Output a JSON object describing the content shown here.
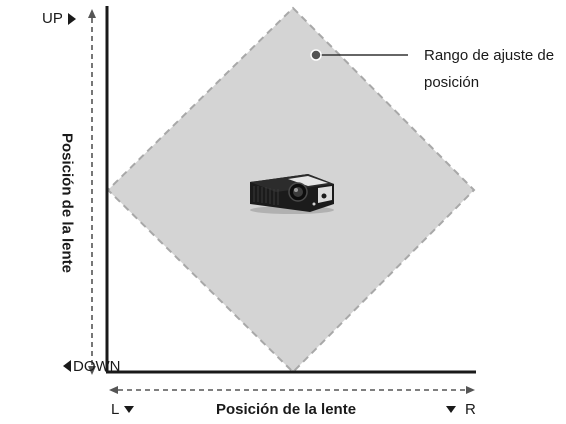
{
  "diagram": {
    "callout": {
      "line1": "Rango de ajuste de",
      "line2": "posición"
    },
    "vertical_axis": {
      "title": "Posición de la lente",
      "up_label": "UP",
      "down_label": "DOWN"
    },
    "horizontal_axis": {
      "title": "Posición de la lente",
      "left_label": "L",
      "right_label": "R"
    },
    "colors": {
      "range_fill": "#d4d4d4",
      "range_border": "#a8a8a8",
      "axis": "#1a1a1a",
      "dashed_arrows": "#555555",
      "projector_body": "#1b1b1b",
      "projector_light": "#e6e6e6"
    },
    "icons": {
      "projector": "projector-icon",
      "up_arrow": "triangle-right-icon",
      "down_arrow": "triangle-left-icon",
      "left_arrow": "triangle-down-icon",
      "right_arrow": "triangle-down-icon"
    }
  }
}
